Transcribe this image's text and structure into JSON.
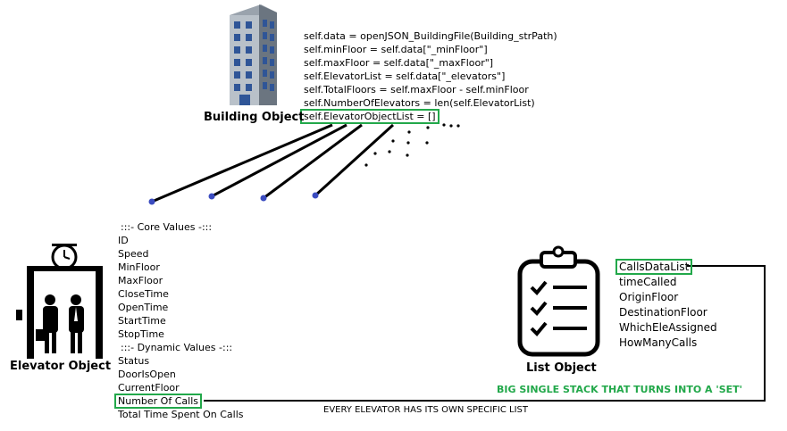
{
  "building": {
    "label": "Building Object",
    "code_lines": [
      "self.data = openJSON_BuildingFile(Building_strPath)",
      "self.minFloor = self.data[\"_minFloor\"]",
      "self.maxFloor = self.data[\"_maxFloor\"]",
      "self.ElevatorList = self.data[\"_elevators\"]",
      "self.TotalFloors = self.maxFloor - self.minFloor",
      "self.NumberOfElevators = len(self.ElevatorList)",
      "self.ElevatorObjectList = []"
    ]
  },
  "elevator": {
    "label": "Elevator Object",
    "core_header": ":::- Core Values -:::",
    "core_values": [
      "ID",
      "Speed",
      "MinFloor",
      "MaxFloor",
      "CloseTime",
      "OpenTime",
      "StartTime",
      "StopTime"
    ],
    "dynamic_header": ":::- Dynamic Values -:::",
    "dynamic_values": [
      "Status",
      "DoorIsOpen",
      "CurrentFloor",
      "Number Of Calls",
      "Total Time Spent On Calls"
    ]
  },
  "list": {
    "label": "List Object",
    "fields": [
      "CallsDataList",
      "timeCalled",
      "OriginFloor",
      "DestinationFloor",
      "WhichEleAssigned",
      "HowManyCalls"
    ],
    "note": "BIG SINGLE STACK THAT TURNS INTO A 'SET'"
  },
  "caption": "EVERY ELEVATOR HAS ITS OWN SPECIFIC LIST",
  "colors": {
    "highlight": "#22a84a",
    "node": "#3b4cc0"
  }
}
